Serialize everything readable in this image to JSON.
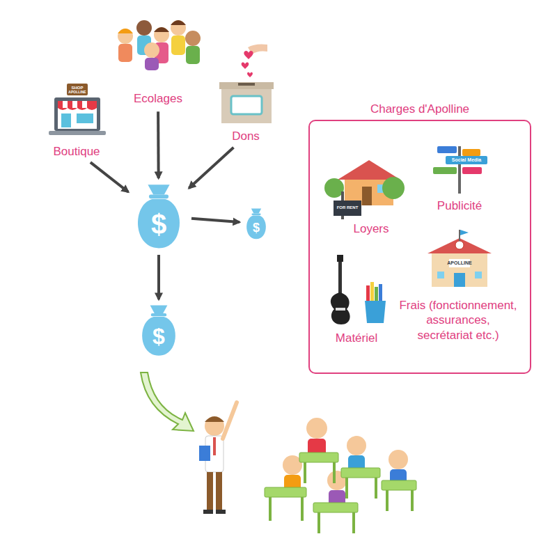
{
  "diagram": {
    "nodes": [
      {
        "text": [
          "Boutique"
        ]
      },
      {
        "text": [
          "Ecolages"
        ]
      },
      {
        "text": [
          "Dons"
        ]
      },
      {
        "text": [
          "$"
        ]
      },
      {
        "text": [
          "$"
        ]
      },
      {
        "text": [
          "$"
        ]
      },
      {
        "text": [
          "Charges d'Apolline"
        ]
      },
      {
        "text": [
          "Loyers"
        ],
        "in": 6
      },
      {
        "text": [
          "Publicité"
        ],
        "in": 6
      },
      {
        "text": [
          "Matériel"
        ],
        "in": 6
      },
      {
        "text": [
          "Frais (fonctionnement, assurances, secrétariat etc.)"
        ],
        "in": 6
      }
    ],
    "edges": [
      {
        "from": 0,
        "to": 3,
        "arrow": "to"
      },
      {
        "from": 1,
        "to": 3,
        "arrow": "to"
      },
      {
        "from": 2,
        "to": 3,
        "arrow": "to"
      },
      {
        "from": 3,
        "to": 4,
        "arrow": "to"
      },
      {
        "from": 3,
        "to": 5,
        "arrow": "to"
      }
    ],
    "labels": [
      "SHOP",
      "APOLLINE",
      "FOR RENT",
      "Social Media",
      "APOLLINE"
    ]
  }
}
